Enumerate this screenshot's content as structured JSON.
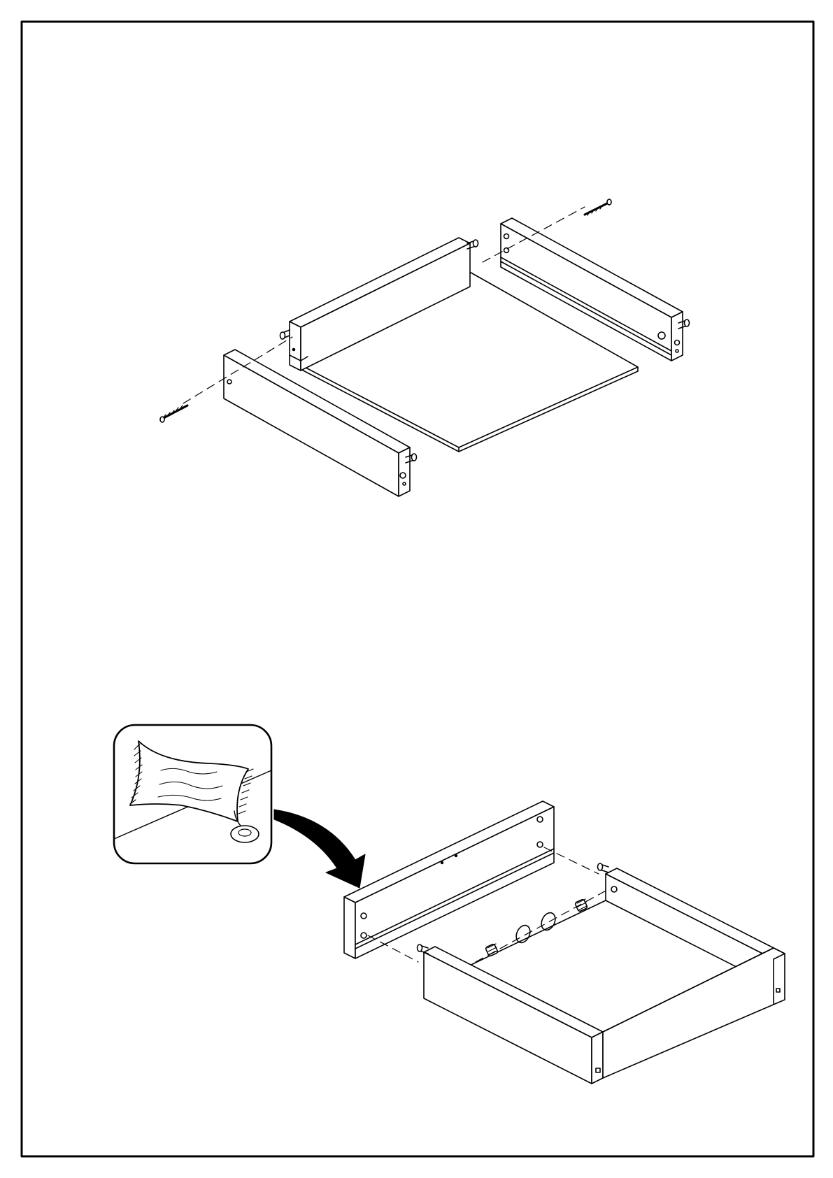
{
  "document": {
    "type": "assembly-instruction-sheet",
    "footer_text": "",
    "steps": [
      {
        "name": "drawer-bottom-assembly",
        "parts": [
          "left-side-panel",
          "right-side-panel",
          "back-panel",
          "bottom-board",
          "screw",
          "screw"
        ]
      },
      {
        "name": "drawer-front-attachment",
        "parts": [
          "drawer-front-panel",
          "drawer-box",
          "cam-lock",
          "cam-lock",
          "glue-detail-inset",
          "curved-arrow"
        ]
      }
    ],
    "colors": {
      "line": "#000000",
      "paper": "#ffffff"
    }
  }
}
